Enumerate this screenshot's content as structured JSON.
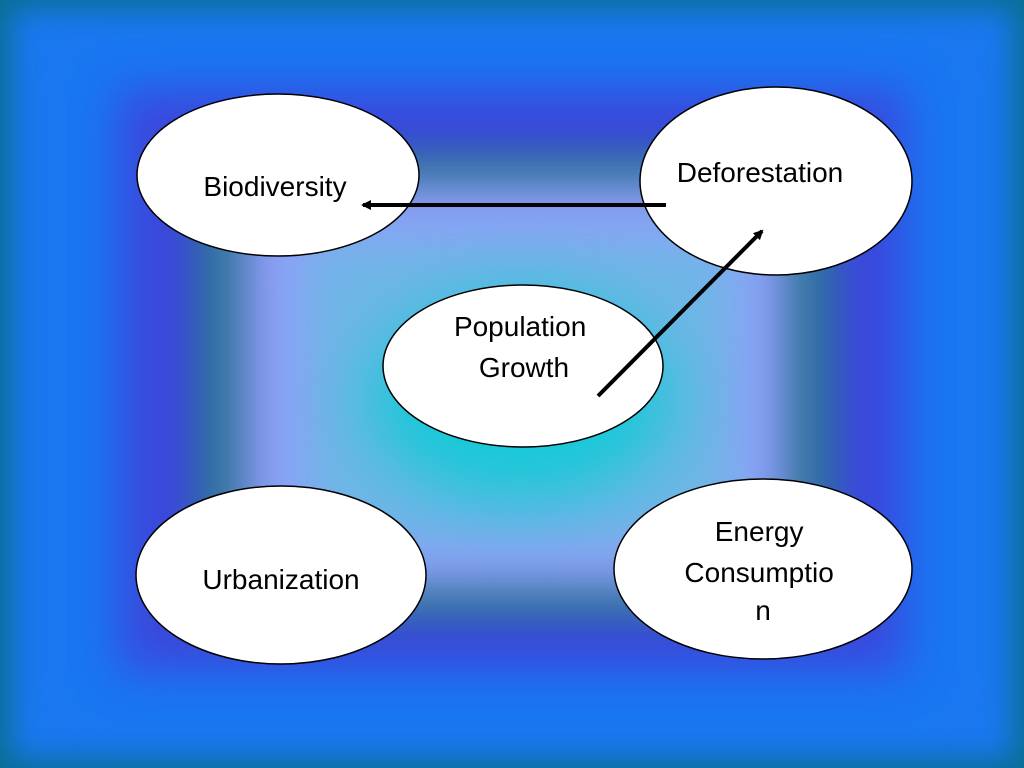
{
  "nodes": {
    "biodiversity": {
      "lines": [
        "Biodiversity"
      ]
    },
    "deforestation": {
      "lines": [
        "Deforestation"
      ]
    },
    "population_growth": {
      "lines": [
        "Population",
        "Growth"
      ]
    },
    "urbanization": {
      "lines": [
        "Urbanization"
      ]
    },
    "energy_consumption": {
      "lines": [
        "Energy",
        "Consumptio",
        "n"
      ]
    }
  },
  "edges": [
    {
      "from": "deforestation",
      "to": "biodiversity"
    },
    {
      "from": "population_growth",
      "to": "deforestation"
    }
  ]
}
